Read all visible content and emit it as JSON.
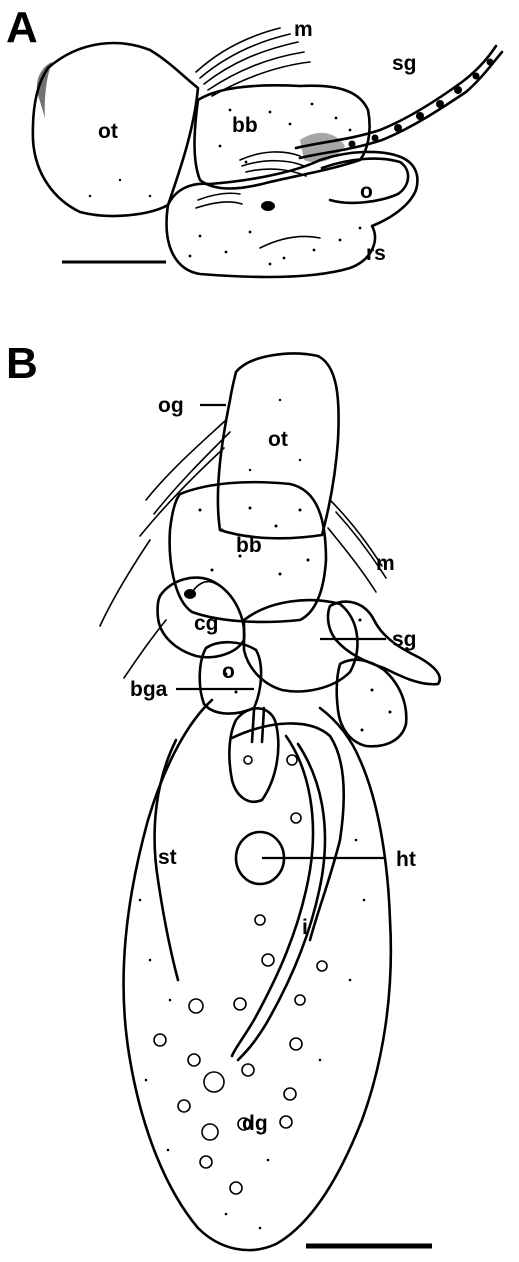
{
  "panels": [
    {
      "letter": "A",
      "labels": {
        "m": "m",
        "sg": "sg",
        "ot": "ot",
        "bb": "bb",
        "o": "o",
        "rs": "rs"
      }
    },
    {
      "letter": "B",
      "labels": {
        "og": "og",
        "ot": "ot",
        "bb": "bb",
        "m": "m",
        "cg": "cg",
        "sg": "sg",
        "o": "o",
        "bga": "bga",
        "st": "st",
        "ht": "ht",
        "i": "i",
        "dg": "dg"
      }
    }
  ]
}
